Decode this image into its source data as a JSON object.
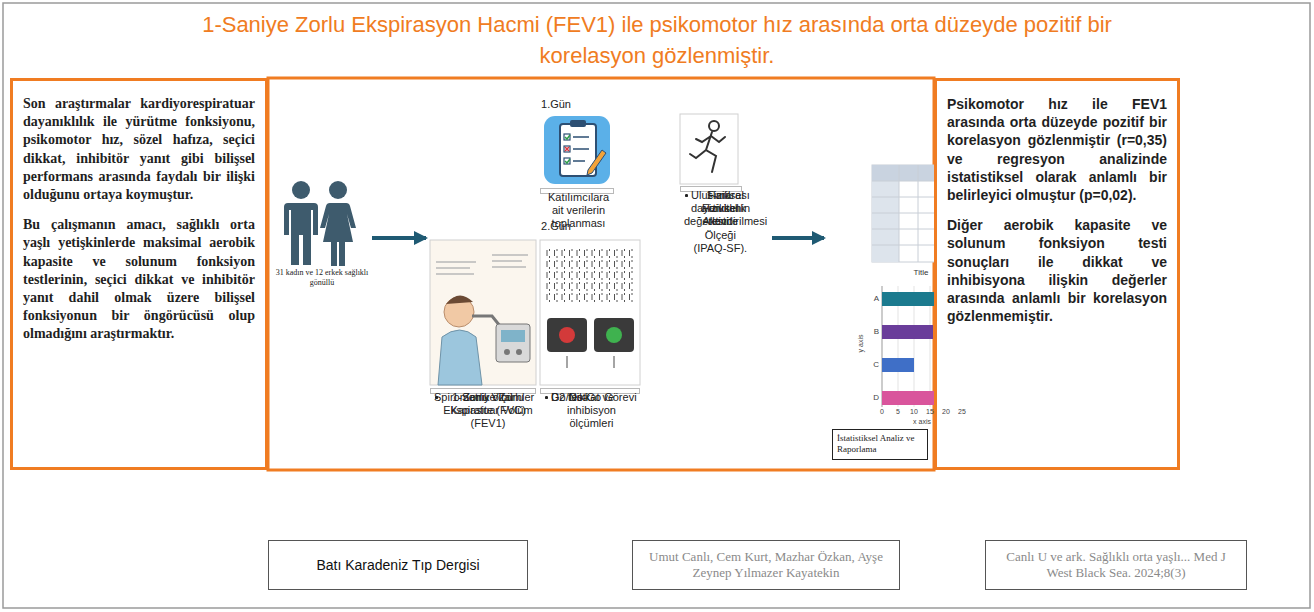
{
  "diagram": {
    "title": "1-Saniye Zorlu Ekspirasyon Hacmi (FEV1) ile psikomotor hız arasında orta düzeyde pozitif bir korelasyon gözlenmiştir.",
    "nodes": [
      {
        "text": [
          "Son araştırmalar kardiyorespiratuar dayanıklılık ile yürütme fonksiyonu, psikomotor hız, sözel hafıza, seçici dikkat, inhibitör yanıt gibi bilişsel performans arasında faydalı bir ilişki olduğunu ortaya koymuştur.",
          "Bu çalışmanın amacı, sağlıklı orta yaşlı yetişkinlerde maksimal aerobik kapasite ve solunum fonksiyon testlerinin, seçici dikkat ve inhibitör yanıt dahil olmak üzere bilişsel fonksiyonun bir öngörücüsü olup olmadığını araştırmaktır."
        ]
      },
      {
        "text": [
          "31 kadın ve 12 erkek sağlıklı gönüllü"
        ]
      },
      {
        "text": [
          "1.Gün",
          "2.Gün"
        ]
      },
      {
        "text": [
          "Katılımcılara ait verilerin toplanması"
        ],
        "in": 2
      },
      {
        "text": [
          "Fiziksel aktivitenin değerlendirilmesi",
          "Uluslararası Fiziksel Aktivite Ölçeği (IPAQ-SF).",
          "1-mil dayanıklılık testi"
        ],
        "in": 2
      },
      {
        "text": [
          "Spirometrik ölçümler",
          "Zorlu Vital Kapasite (FVC)",
          "1-Saniye Zorlu Ekspiratuar Volüm (FEV1)"
        ],
        "in": 2
      },
      {
        "text": [
          "Dikkat ve inhibisyon ölçümleri",
          "D2 testi",
          "Go/No-Go Görevi"
        ],
        "in": 2
      },
      {
        "text": [
          "İstatistiksel Analiz ve Raporlama"
        ]
      },
      {
        "text": [
          "Psikomotor hız ile FEV1 arasında orta düzeyde pozitif bir korelasyon gözlenmiştir (r=0,35) ve regresyon analizinde istatistiksel olarak anlamlı bir belirleyici olmuştur (p=0,02).",
          "Diğer aerobik kapasite ve solunum fonksiyon testi sonuçları ile dikkat ve inhibisyona ilişkin değerler arasında anlamlı bir korelasyon gözlenmemiştir."
        ]
      },
      {
        "text": [
          "Batı Karadeniz Tıp Dergisi"
        ]
      },
      {
        "text": [
          "Umut Canlı, Cem Kurt, Mazhar Özkan, Ayşe Zeynep Yılmazer Kayatekin"
        ]
      },
      {
        "text": [
          "Canlı U ve ark. Sağlıklı orta yaşlı... Med J West Black Sea. 2024;8(3)"
        ]
      }
    ],
    "edges": [
      {
        "from": 1,
        "to": 2,
        "arrow": "to"
      },
      {
        "from": 2,
        "to": 7,
        "arrow": "to"
      }
    ],
    "labels": [
      "Title",
      "A",
      "B",
      "C",
      "D",
      "0",
      "5",
      "10",
      "15",
      "20",
      "25",
      "y axis",
      "x axis"
    ]
  }
}
